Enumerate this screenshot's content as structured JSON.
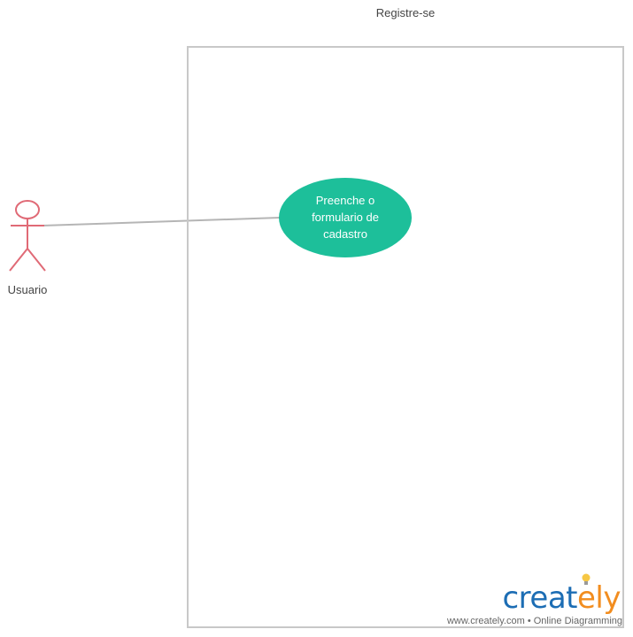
{
  "diagram": {
    "system": {
      "title": "Registre-se"
    },
    "actor": {
      "name": "Usuario",
      "color": "#e06a76"
    },
    "use_case": {
      "lines": [
        "Preenche o",
        "formulario de",
        "cadastro"
      ],
      "color": "#1dbf9a"
    },
    "association_color": "#b5b5b5"
  },
  "watermark": {
    "brand_part1": "creat",
    "brand_part2": "ely",
    "tagline": "www.creately.com • Online Diagramming",
    "brand_color": "#1c6db4",
    "accent_color": "#f28d1f"
  }
}
